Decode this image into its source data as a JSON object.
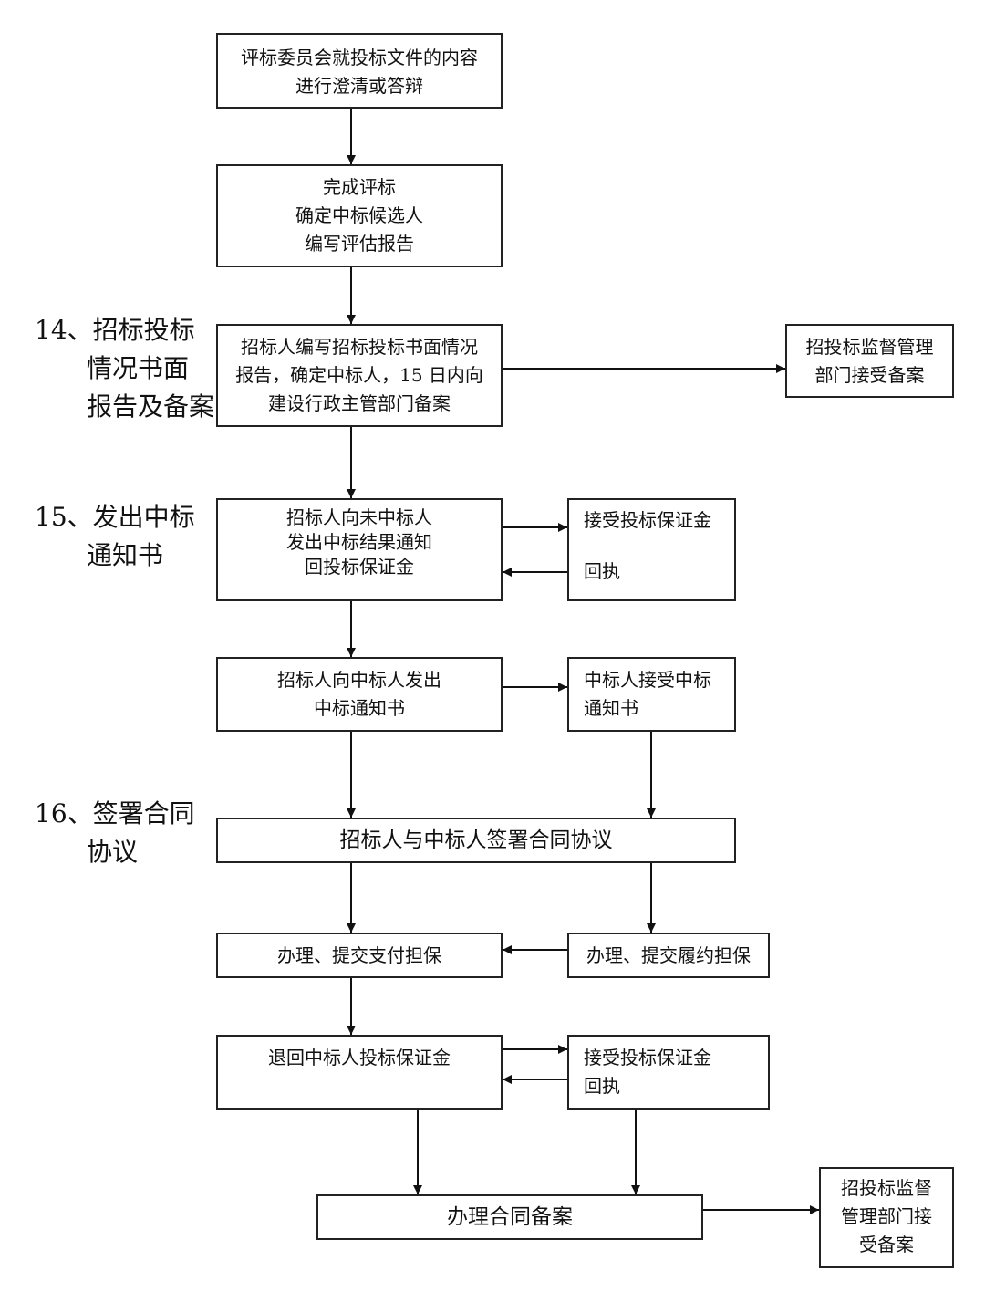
{
  "steps": [
    {
      "lines": [
        "14、招标投标",
        "情况书面",
        "报告及备案"
      ]
    },
    {
      "lines": [
        "15、发出中标",
        "通知书"
      ]
    },
    {
      "lines": [
        "16、签署合同",
        "协议"
      ]
    }
  ],
  "boxes": {
    "clarify": {
      "lines": [
        "评标委员会就投标文件的内容",
        "进行澄清或答辩"
      ]
    },
    "complete_eval": {
      "lines": [
        "完成评标",
        "确定中标候选人",
        "编写评估报告"
      ]
    },
    "written_report": {
      "lines": [
        "招标人编写招标投标书面情况",
        "报告，确定中标人，15 日内向",
        "建设行政主管部门备案"
      ]
    },
    "supervision_record_1": {
      "lines": [
        "招投标监督管理",
        "部门接受备案"
      ]
    },
    "notify_losers": {
      "lines": [
        "招标人向未中标人",
        "发出中标结果通知",
        "回投标保证金"
      ]
    },
    "receive_deposit_1": {
      "lines": [
        "接受投标保证金",
        "",
        "回执"
      ]
    },
    "issue_notice": {
      "lines": [
        "招标人向中标人发出",
        "中标通知书"
      ]
    },
    "accept_notice": {
      "lines": [
        "中标人接受中标",
        "通知书"
      ]
    },
    "sign_contract": {
      "lines": [
        "招标人与中标人签署合同协议"
      ]
    },
    "payment_guarantee": {
      "lines": [
        "办理、提交支付担保"
      ]
    },
    "performance_guarantee": {
      "lines": [
        "办理、提交履约担保"
      ]
    },
    "return_deposit": {
      "lines": [
        "退回中标人投标保证金"
      ]
    },
    "receive_deposit_2": {
      "lines": [
        "接受投标保证金",
        "回执"
      ]
    },
    "contract_filing": {
      "lines": [
        "办理合同备案"
      ]
    },
    "supervision_record_2": {
      "lines": [
        "招投标监督",
        "管理部门接",
        "受备案"
      ]
    }
  }
}
